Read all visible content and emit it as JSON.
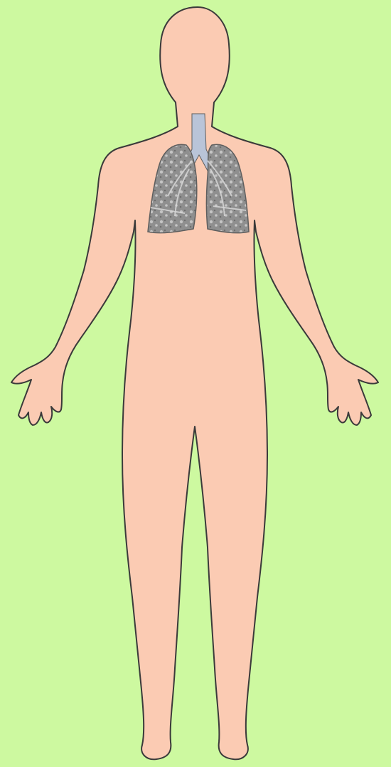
{
  "colors": {
    "background": "#cdf9a0",
    "skin": "#fbcbb3",
    "outline": "#3a3a3a",
    "lung_fill": "#8f8f8f",
    "lung_dark": "#5e5e5e",
    "lung_light": "#d6d6d6",
    "trachea": "#b9c4d8"
  },
  "figure": {
    "subject": "human-body-front-view",
    "organs_shown": [
      "lungs",
      "trachea",
      "bronchi"
    ]
  }
}
